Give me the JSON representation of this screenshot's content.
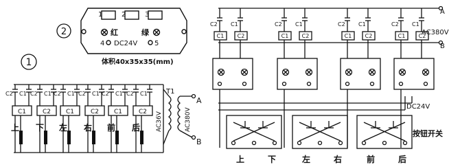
{
  "figure1": {
    "number": "1",
    "directions": [
      "上",
      "下",
      "左",
      "右",
      "前",
      "后"
    ],
    "caps": [
      "C2",
      "C1",
      "C2",
      "C1",
      "C2",
      "C1",
      "C2",
      "C1",
      "C2",
      "C1",
      "C2",
      "C1"
    ],
    "coils": [
      "C1",
      "C2",
      "C1",
      "C2",
      "C1",
      "C2"
    ],
    "transformer": "T1",
    "primary_label": "AC380V",
    "secondary_label": "AC36V",
    "terminal_a": "A",
    "terminal_b": "B"
  },
  "figure2": {
    "number": "2",
    "pin1": "1",
    "pin2": "2",
    "pin3": "3",
    "pin4": "4",
    "pin5": "5",
    "red": "红",
    "green": "绿",
    "voltage": "DC24V",
    "size_label": "体积40x35x35(mm)"
  },
  "figure3": {
    "caps": [
      "C2",
      "C1",
      "C2",
      "C1",
      "C2",
      "C1",
      "C2",
      "C1"
    ],
    "coils": [
      "C1",
      "C2",
      "C1",
      "C2",
      "C1",
      "C2",
      "C1",
      "C2"
    ],
    "voltage_ac": "AC380V",
    "voltage_dc": "DC24V",
    "terminal_a": "A",
    "terminal_b": "B",
    "button_label": "按钮开关",
    "directions": [
      "上",
      "下",
      "左",
      "右",
      "前",
      "后"
    ]
  },
  "colors": {
    "ink": "#111111",
    "paper": "#ffffff"
  }
}
